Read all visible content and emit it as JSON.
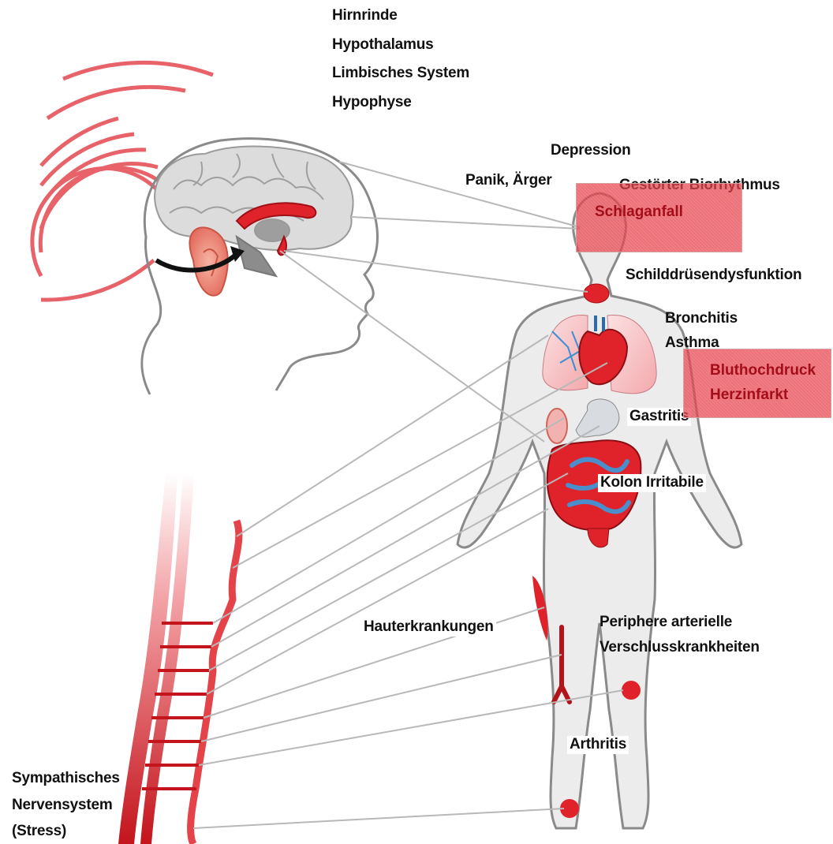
{
  "brain_labels": [
    "Hirnrinde",
    "Hypothalamus",
    "Limbisches System",
    "Hypophyse"
  ],
  "labels": {
    "depression": "Depression",
    "panik": "Panik, Ärger",
    "biorhythmus": "Gestörter Biorhythmus",
    "schilddruese": "Schilddrüsendysfunktion",
    "bronchitis": "Bronchitis",
    "asthma": "Asthma",
    "gastritis": "Gastritis",
    "kolon": "Kolon Irritabile",
    "haut": "Hauterkrankungen",
    "periphere_1": "Periphere arterielle",
    "periphere_2": "Verschlusskrankheiten",
    "arthritis": "Arthritis",
    "sympathisch_1": "Sympathisches",
    "sympathisch_2": "Nervensystem",
    "sympathisch_3": "(Stress)"
  },
  "highlights": {
    "schlaganfall": "Schlaganfall",
    "bluthochdruck": "Bluthochdruck",
    "herzinfarkt": "Herzinfarkt"
  },
  "colors": {
    "accent_red": "#e0222a",
    "highlight_fill": "#e63c46",
    "highlight_text": "#a30f18",
    "leader_line": "#b8b8b8",
    "body_fill": "#ececec"
  }
}
